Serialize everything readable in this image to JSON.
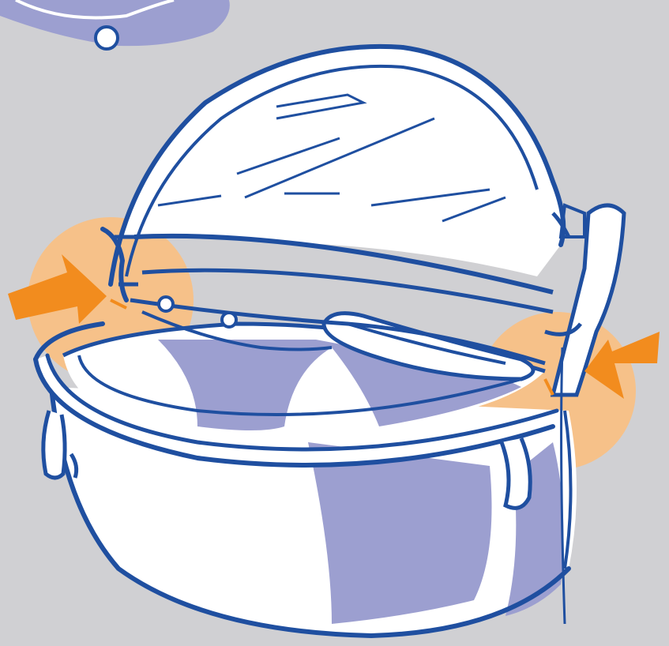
{
  "illustration": {
    "subject": "pot-with-hinged-lid",
    "colors": {
      "background": "#d0d0d3",
      "outline": "#1f4fa0",
      "shadow": "#9c9fd0",
      "fill": "#ffffff",
      "highlight_circle": "#f6c189",
      "arrow": "#f28c1e"
    },
    "callouts": [
      {
        "name": "left-hinge",
        "arrow": "arrow-right-icon"
      },
      {
        "name": "right-hinge",
        "arrow": "arrow-left-icon"
      }
    ]
  }
}
